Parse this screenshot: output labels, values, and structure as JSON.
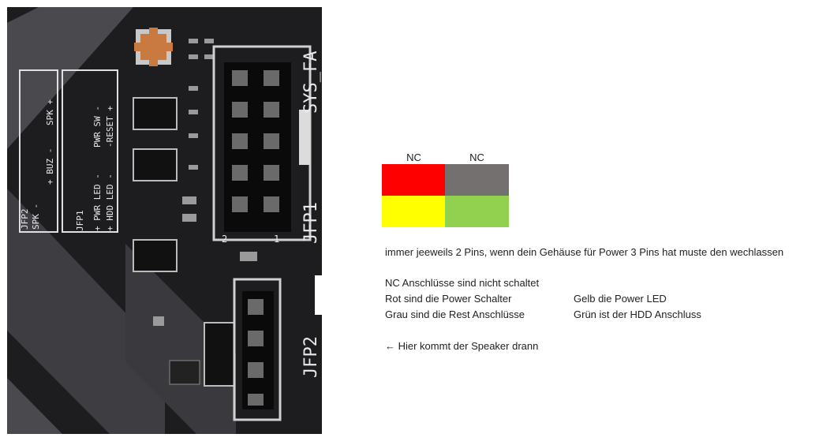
{
  "photo": {
    "silkscreen": {
      "sys_fan": "SYS_FA",
      "jfp1": "JFP1",
      "jfp2": "JFP2",
      "pin2": "2",
      "pin1": "1",
      "col_spk_plus": "SPK +",
      "col_buz": "+ BUZ -",
      "col_spk_minus": "SPK -",
      "col_jfp2": "JFP2",
      "col_pwr_sw": "PWR SW -",
      "col_reset": "-RESET +",
      "col_pwr_led": "+ PWR LED -",
      "col_hdd_led": "+ HDD LED -",
      "col_jfp1": "JFP1"
    }
  },
  "legend": {
    "nc_left": "NC",
    "nc_right": "NC",
    "colors": {
      "red": "#ff0000",
      "gray": "#747070",
      "yellow": "#ffff00",
      "green": "#92d050"
    }
  },
  "notes": {
    "line1": "immer jeeweils 2 Pins, wenn dein Gehäuse für Power 3 Pins hat muste den wechlassen",
    "nc": "NC Anschlüsse sind nicht schaltet",
    "rot": "Rot sind die Power Schalter",
    "gelb": "Gelb die Power LED",
    "grau": "Grau sind die Rest Anschlüsse",
    "gruen": "Grün ist der HDD Anschluss",
    "speaker": "← Hier kommt der Speaker drann"
  }
}
